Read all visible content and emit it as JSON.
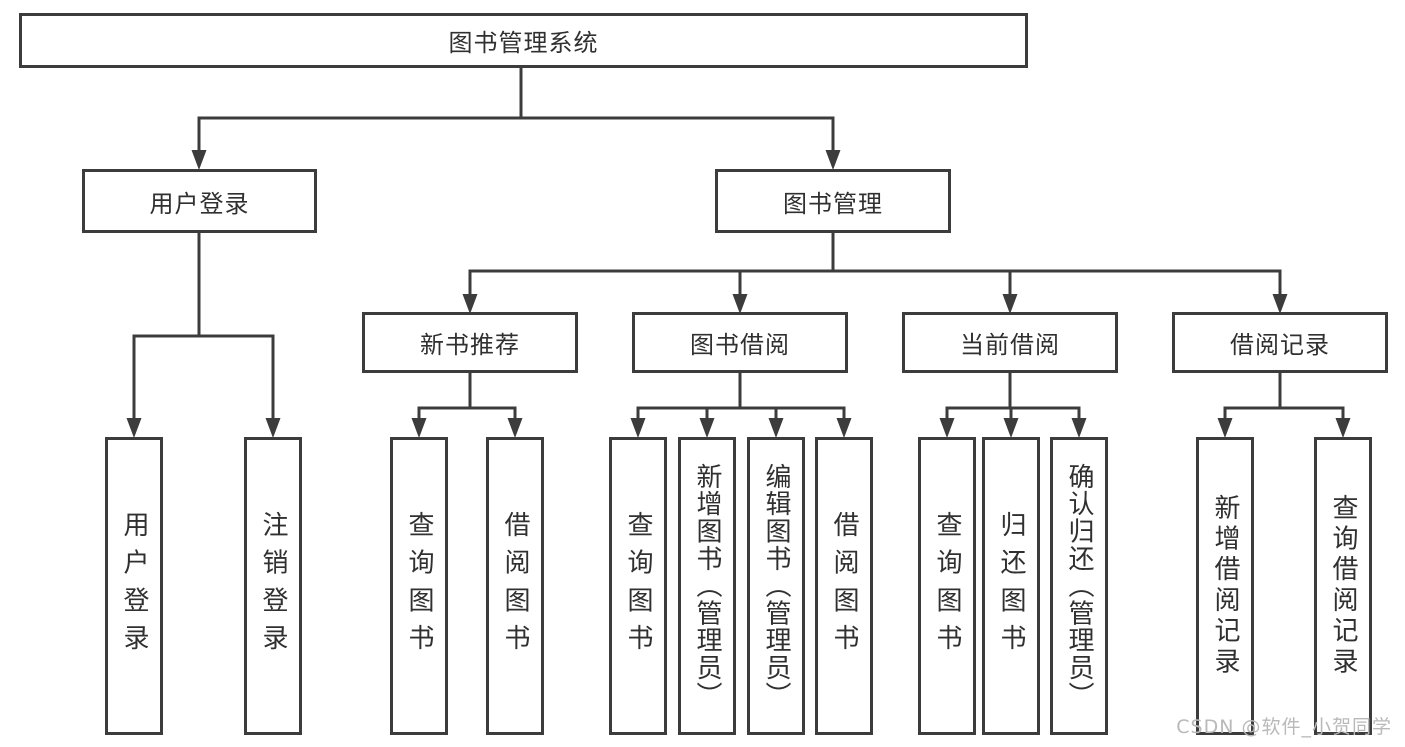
{
  "diagram": {
    "tree": {
      "id": "root",
      "label": "图书管理系统",
      "children": [
        {
          "id": "user-login-module",
          "label": "用户登录",
          "children": [
            {
              "id": "login",
              "label": "用户登录"
            },
            {
              "id": "logout",
              "label": "注销登录"
            }
          ]
        },
        {
          "id": "book-mgmt-module",
          "label": "图书管理",
          "children": [
            {
              "id": "new-book-rec",
              "label": "新书推荐",
              "children": [
                {
                  "id": "rec-query-books",
                  "label": "查询图书"
                },
                {
                  "id": "rec-borrow-books",
                  "label": "借阅图书"
                }
              ]
            },
            {
              "id": "book-borrow",
              "label": "图书借阅",
              "children": [
                {
                  "id": "bor-query-books",
                  "label": "查询图书"
                },
                {
                  "id": "bor-add-books",
                  "label": "新增图书（管理员）"
                },
                {
                  "id": "bor-edit-books",
                  "label": "编辑图书（管理员）"
                },
                {
                  "id": "bor-borrow-books",
                  "label": "借阅图书"
                }
              ]
            },
            {
              "id": "current-borrow",
              "label": "当前借阅",
              "children": [
                {
                  "id": "cur-query-books",
                  "label": "查询图书"
                },
                {
                  "id": "cur-return-books",
                  "label": "归还图书"
                },
                {
                  "id": "cur-confirm-return",
                  "label": "确认归还（管理员）"
                }
              ]
            },
            {
              "id": "borrow-record",
              "label": "借阅记录",
              "children": [
                {
                  "id": "rcd-add-record",
                  "label": "新增借阅记录"
                },
                {
                  "id": "rcd-query-record",
                  "label": "查询借阅记录"
                }
              ]
            }
          ]
        }
      ]
    }
  },
  "watermark": "CSDN @软件_小贺同学",
  "colors": {
    "line": "#3c3c3c",
    "text": "#303030",
    "watermark": "#b9b9b9",
    "background": "#ffffff"
  }
}
